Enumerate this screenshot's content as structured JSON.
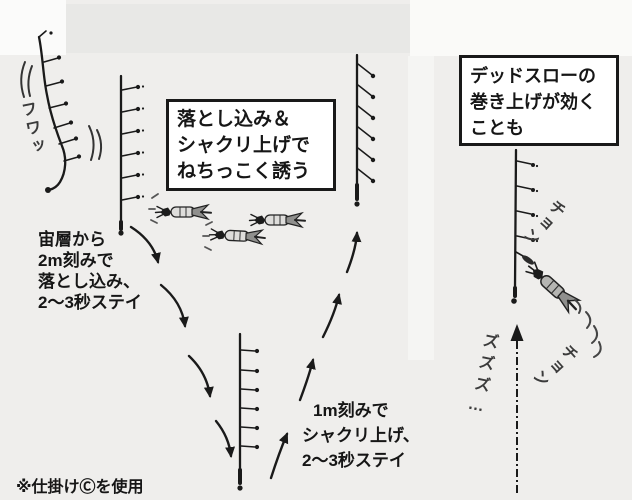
{
  "boxes": {
    "invite": {
      "line1": "落とし込み＆",
      "line2": "シャクリ上げで",
      "line3": "ねちっこく誘う"
    },
    "deadslow": {
      "line1": "デッドスローの",
      "line2": "巻き上げが効く",
      "line3": "ことも"
    }
  },
  "labels": {
    "drop": {
      "line1": "宙層から",
      "line2": "2m刻みで",
      "line3": "落とし込み、",
      "line4": "2～3秒ステイ"
    },
    "lift": {
      "line1": "1m刻みで",
      "line2": "シャクリ上げ、",
      "line3": "2～3秒ステイ"
    },
    "footnote": "※仕掛けⒸを使用"
  },
  "handwritten": {
    "fuwa": "フワッ",
    "chon_upper": "チョン",
    "chon_lower": "チョン",
    "zuzuzu": "ズズズ…"
  },
  "colors": {
    "background": "#efeeec",
    "top_band": "#e8e8e6",
    "paper": "#fbfbfa",
    "ink": "#1a1a1a",
    "squid_body": "#dedddb",
    "squid_fin": "#8f8f8d",
    "hooked_squid_body": "#b5b5b2"
  }
}
